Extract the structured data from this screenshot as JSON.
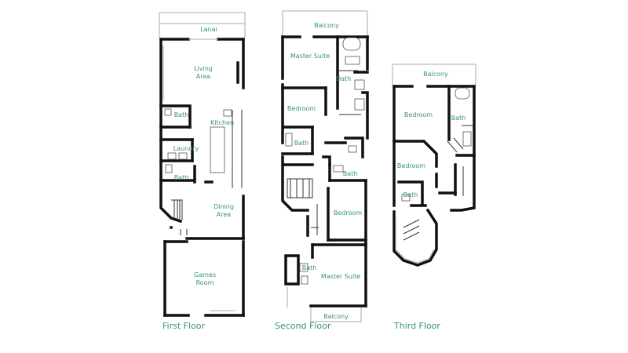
{
  "floors": [
    {
      "title": "First Floor",
      "rooms": [
        "Lanai",
        "Living",
        "Area",
        "Bath",
        "Kitchen",
        "Laundry",
        "Bath",
        "Dining",
        "Area",
        "Games",
        "Room"
      ]
    },
    {
      "title": "Second Floor",
      "rooms": [
        "Balcony",
        "Master Suite",
        "Bath",
        "Bedroom",
        "Bath",
        "Bath",
        "Bedroom",
        "Bath",
        "Master Suite",
        "Balcony"
      ]
    },
    {
      "title": "Third Floor",
      "rooms": [
        "Balcony",
        "Bedroom",
        "Bath",
        "Bedroom",
        "Bath"
      ]
    }
  ]
}
